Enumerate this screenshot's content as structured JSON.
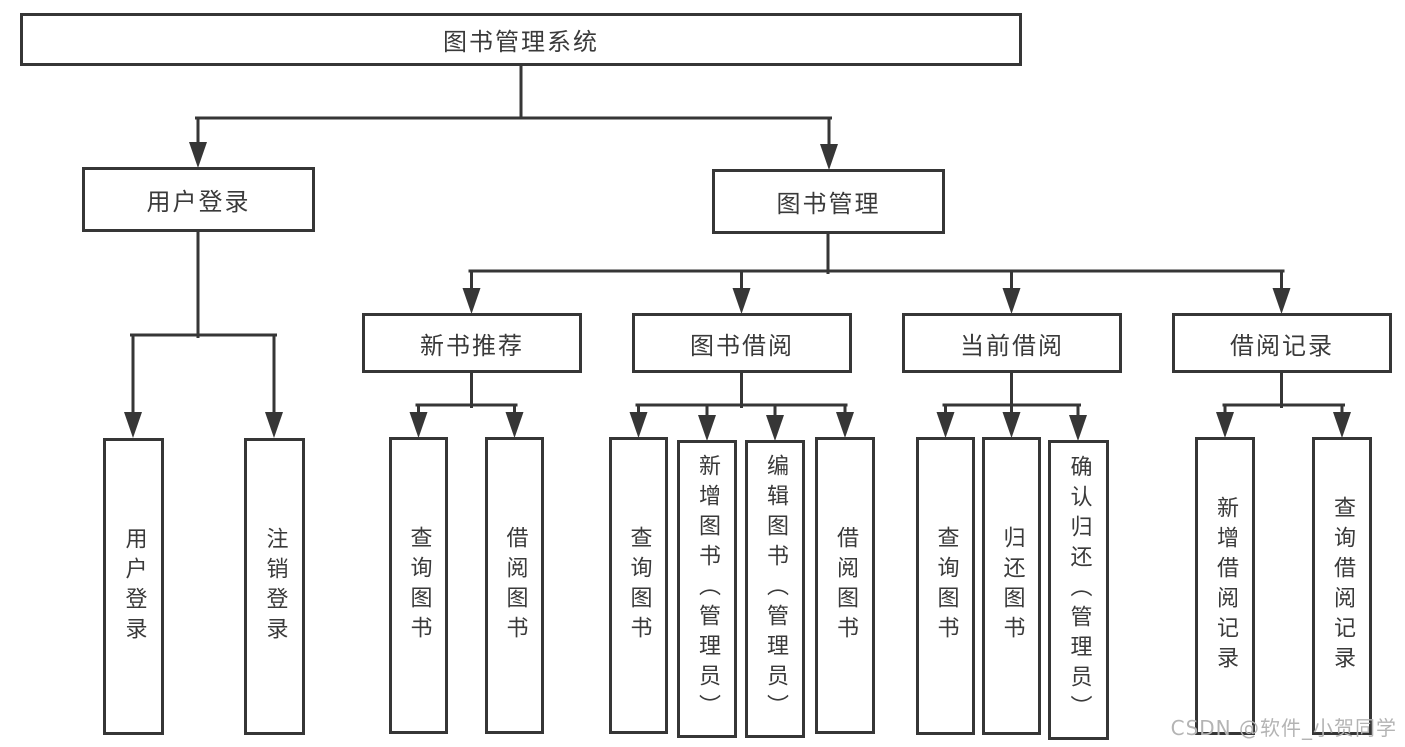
{
  "diagram": {
    "title": "图书管理系统",
    "level2": [
      {
        "id": "user-login",
        "label": "用户登录"
      },
      {
        "id": "book-management",
        "label": "图书管理"
      }
    ],
    "level3": [
      {
        "id": "new-book-recommend",
        "label": "新书推荐"
      },
      {
        "id": "book-borrow",
        "label": "图书借阅"
      },
      {
        "id": "current-borrow",
        "label": "当前借阅"
      },
      {
        "id": "borrow-records",
        "label": "借阅记录"
      }
    ],
    "leaves": {
      "user_login": [
        {
          "label": "用户登录"
        },
        {
          "label": "注销登录"
        }
      ],
      "new_book_recommend": [
        {
          "label": "查询图书"
        },
        {
          "label": "借阅图书"
        }
      ],
      "book_borrow": [
        {
          "label": "查询图书"
        },
        {
          "label": "新增图书（管理员）"
        },
        {
          "label": "编辑图书（管理员）"
        },
        {
          "label": "借阅图书"
        }
      ],
      "current_borrow": [
        {
          "label": "查询图书"
        },
        {
          "label": "归还图书"
        },
        {
          "label": "确认归还（管理员）"
        }
      ],
      "borrow_records": [
        {
          "label": "新增借阅记录"
        },
        {
          "label": "查询借阅记录"
        }
      ]
    }
  },
  "watermark": {
    "text": "CSDN @软件_小贺同学"
  },
  "colors": {
    "line": "#363636",
    "box_border": "#363636",
    "box_fill": "#ffffff",
    "text": "#3a3a3a",
    "watermark": "#b4b4b4",
    "background": "#ffffff"
  }
}
